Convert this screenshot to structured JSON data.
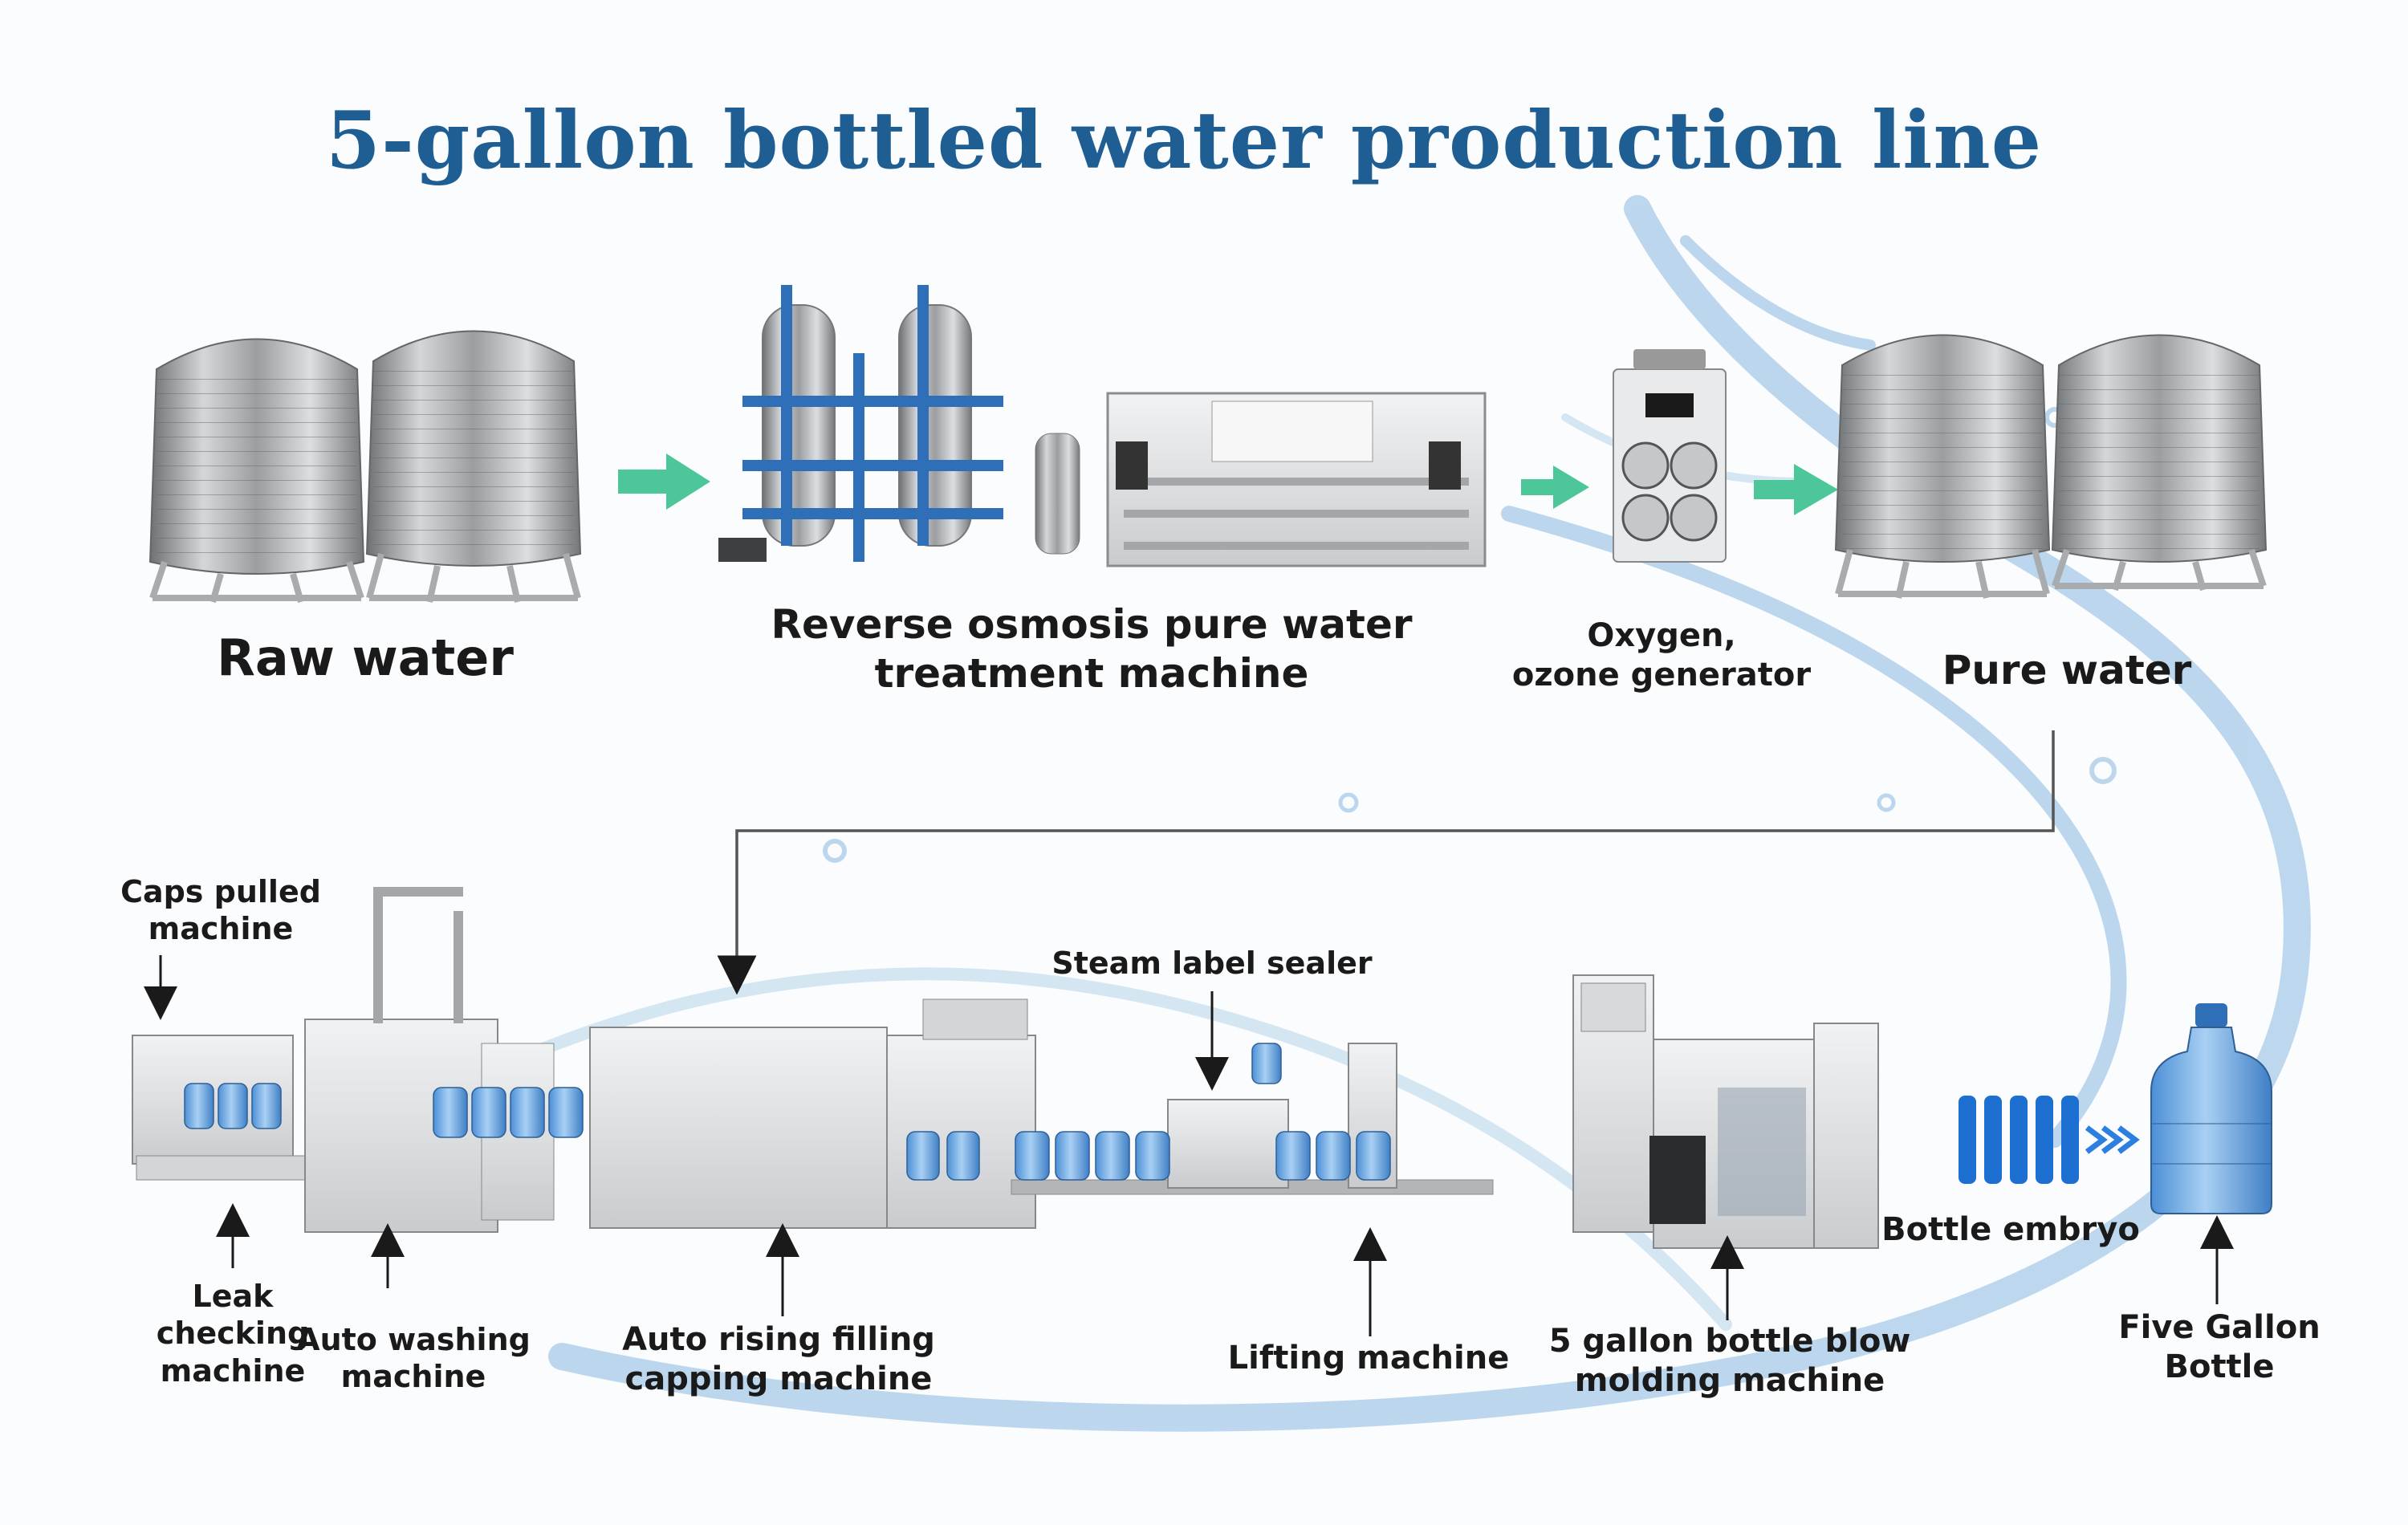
{
  "title": "5-gallon bottled water production line",
  "top_row": {
    "raw_water": "Raw water",
    "ro_machine": [
      "Reverse osmosis pure water",
      "treatment machine"
    ],
    "ozone_generator": [
      "Oxygen,",
      "ozone generator"
    ],
    "pure_water": "Pure water"
  },
  "bottom_row": {
    "caps_pulled": [
      "Caps pulled",
      "machine"
    ],
    "leak_checking": [
      "Leak",
      "checking",
      "machine"
    ],
    "auto_washing": [
      "Auto washing",
      "machine"
    ],
    "filling_capping": [
      "Auto rising filling",
      "capping machine"
    ],
    "steam_label": "Steam label sealer",
    "lifting": "Lifting machine",
    "blow_molding": [
      "5 gallon bottle blow",
      "molding machine"
    ],
    "bottle_embryo": "Bottle embryo",
    "five_gallon_bottle": [
      "Five Gallon",
      "Bottle"
    ]
  },
  "colors": {
    "title": "#1e5e93",
    "arrow": "#4dc79a",
    "steel": "#b9bcbe",
    "pipe": "#2e6fb8",
    "bottle": "#6aa7e0",
    "preform": "#1d6fd1",
    "water_splash": "#a8cbe8"
  }
}
